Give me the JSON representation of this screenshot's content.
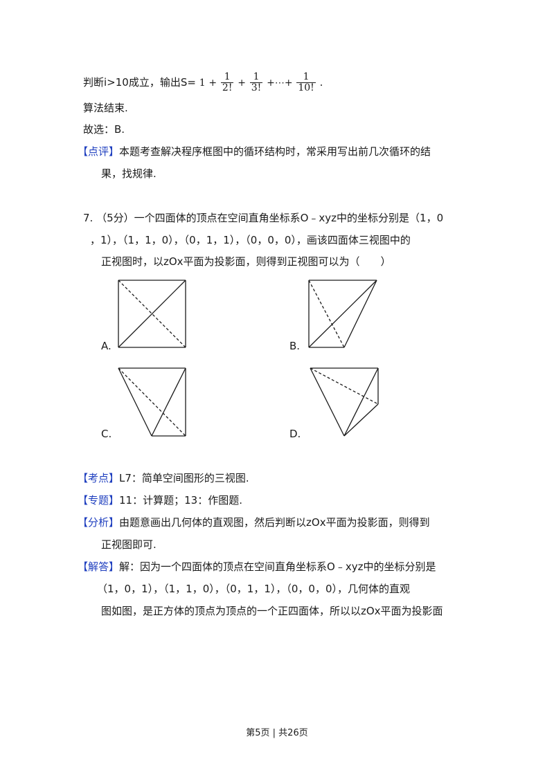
{
  "continuation": {
    "judge_prefix": "判断i>10成立，输出S=",
    "s_one": "1",
    "s_plus": "+",
    "frac1_num": "1",
    "frac1_den": "2!",
    "frac2_num": "1",
    "frac2_den": "3!",
    "s_dots": "+⋯+",
    "frac3_num": "1",
    "frac3_den": "10!",
    "s_end": ".",
    "algo_end": "算法结束.",
    "choice": "故选：B.",
    "review_tag": "【点评】",
    "review_text_1": "本题考查解决程序框图中的循环结构时，常采用写出前几次循环的结",
    "review_text_2": "果，找规律."
  },
  "question": {
    "line1": "7. （5分）一个四面体的顶点在空间直角坐标系O﹣xyz中的坐标分别是（1，0",
    "line2": "，1），（1，1，0），（0，1，1），（0，0，0），画该四面体三视图中的",
    "line3": "正视图时，以zOx平面为投影面，则得到正视图可以为（　　）"
  },
  "options": {
    "a": "A.",
    "b": "B.",
    "c": "C.",
    "d": "D."
  },
  "analysis": {
    "kaodian_tag": "【考点】",
    "kaodian_text": "L7：简单空间图形的三视图.",
    "zhuanti_tag": "【专题】",
    "zhuanti_text": "11：计算题；13：作图题.",
    "fenxi_tag": "【分析】",
    "fenxi_text_1": "由题意画出几何体的直观图，然后判断以zOx平面为投影面，则得到",
    "fenxi_text_2": "正视图即可.",
    "jieda_tag": "【解答】",
    "jieda_text_1": "解：因为一个四面体的顶点在空间直角坐标系O﹣xyz中的坐标分别是",
    "jieda_text_2": "（1，0，1），（1，1，0），（0，1，1），（0，0，0），几何体的直观",
    "jieda_text_3": "图如图，是正方体的顶点为顶点的一个正四面体，所以以zOx平面为投影面"
  },
  "footer": {
    "text": "第5页 | 共26页"
  }
}
